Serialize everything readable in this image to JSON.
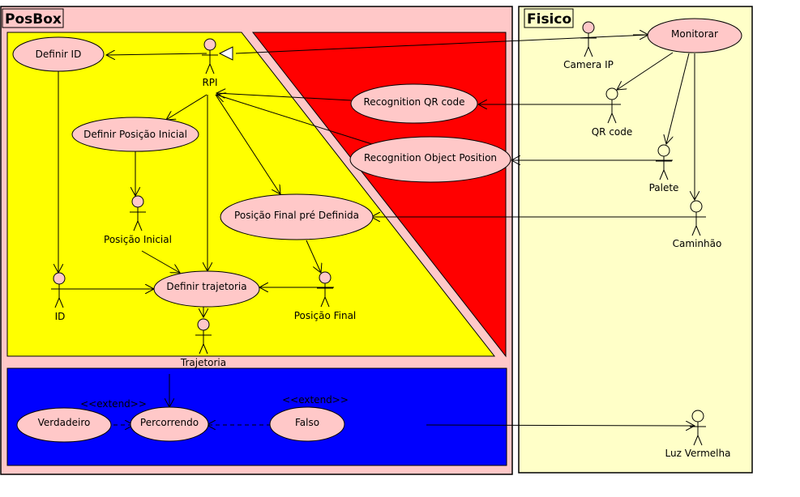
{
  "packages": {
    "posbox": {
      "title": "PosBox"
    },
    "fisico": {
      "title": "Fisico"
    }
  },
  "colors": {
    "posbox_bg": "#ffc8c8",
    "fisico_bg": "#ffffc8",
    "yellow_region": "#ffff00",
    "red_region": "#ff0000",
    "blue_region": "#0000ff",
    "usecase_fill": "#ffc8c8"
  },
  "use_cases": {
    "definir_id": "Definir ID",
    "definir_posicao_inicial": "Definir Posição Inicial",
    "recognition_qr": "Recognition QR code",
    "recognition_obj": "Recognition Object Position",
    "posicao_final_pre": "Posição Final pré Definida",
    "definir_trajetoria": "Definir trajetoria",
    "verdadeiro": "Verdadeiro",
    "percorrendo": "Percorrendo",
    "falso": "Falso",
    "monitorar": "Monitorar"
  },
  "actors": {
    "rpi": "RPI",
    "posicao_inicial": "Posição Inicial",
    "id": "ID",
    "posicao_final": "Posição Final",
    "trajetoria": "Trajetoria",
    "camera_ip": "Camera IP",
    "qr_code": "QR code",
    "palete": "Palete",
    "caminhao": "Caminhão",
    "luz_vermelha": "Luz Vermelha"
  },
  "stereotypes": {
    "extend_left": "<<extend>>",
    "extend_right": "<<extend>>"
  }
}
